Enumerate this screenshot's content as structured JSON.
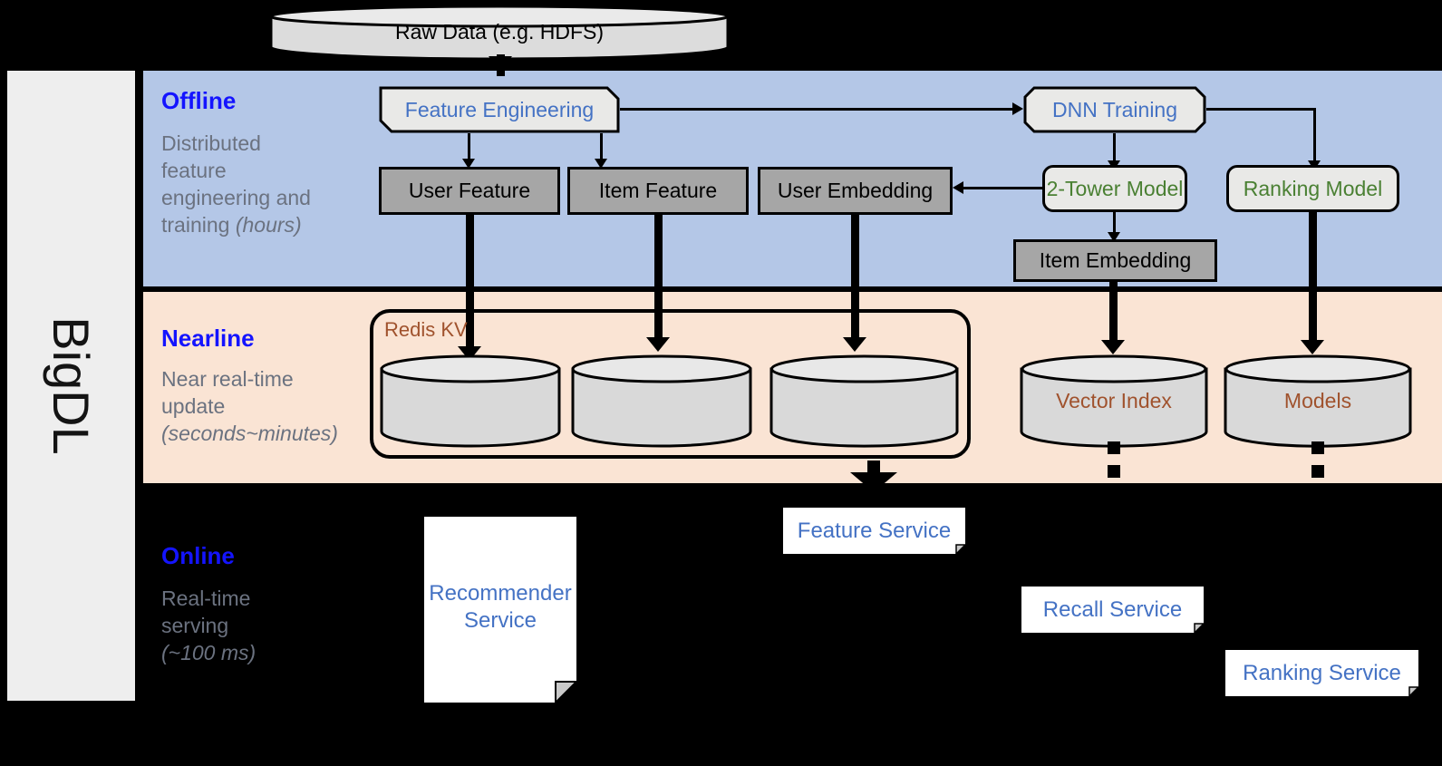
{
  "left_panel": {
    "label": "BigDL"
  },
  "top": {
    "raw_data": "Raw Data (e.g. HDFS)"
  },
  "bands": [
    {
      "id": "offline",
      "title": "Offline",
      "subtitle_lines": [
        "Distributed",
        "feature",
        "engineering and",
        "training "
      ],
      "subtitle_italic": "(hours)",
      "color": "#b4c7e7"
    },
    {
      "id": "nearline",
      "title": "Nearline",
      "subtitle_lines": [
        "Near real-time",
        "update "
      ],
      "subtitle_italic": "(seconds~minutes)",
      "color": "#fae4d4"
    },
    {
      "id": "online",
      "title": "Online",
      "subtitle_lines": [
        "Real-time",
        "serving "
      ],
      "subtitle_italic": "(~100 ms)",
      "color": "#000000"
    }
  ],
  "offline": {
    "feature_engineering": "Feature Engineering",
    "dnn_training": "DNN Training",
    "user_feature": "User Feature",
    "item_feature": "Item Feature",
    "user_embedding": "User Embedding",
    "two_tower_model": "2-Tower Model",
    "ranking_model": "Ranking Model",
    "item_embedding": "Item Embedding"
  },
  "nearline": {
    "redis_kv": "Redis KV",
    "store_1": "",
    "store_2": "",
    "store_3": "",
    "vector_index": "Vector Index",
    "models": "Models"
  },
  "online": {
    "recommender_service": "Recommender\nService",
    "feature_service": "Feature Service",
    "recall_service": "Recall Service",
    "ranking_service": "Ranking Service"
  },
  "colors": {
    "offline_band": "#b4c7e7",
    "nearline_band": "#fae4d4",
    "online_band": "#000000",
    "band_title": "#1414ff",
    "band_subtitle": "#6b7280",
    "blue_text": "#4472c4",
    "green_text": "#4a8033",
    "brown_text": "#a0522d",
    "gray_fill": "#a6a6a6",
    "light_fill": "#e9e9e7",
    "cylinder_fill": "#d9d9d9",
    "sidebar_fill": "#eeeeee"
  }
}
